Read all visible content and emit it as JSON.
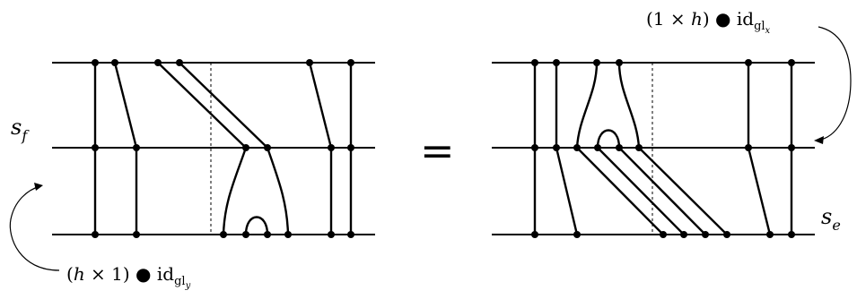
{
  "labels": {
    "s_f": {
      "main": "s",
      "sub": "f"
    },
    "s_e": {
      "main": "s",
      "sub": "e"
    },
    "equals": "=",
    "top_right": {
      "open": "(1 × ",
      "var": "h",
      "close": ") ● id",
      "sub": "gl",
      "subsub": "x"
    },
    "bottom_left": {
      "open": "(",
      "var": "h",
      "close": " × 1) ● id",
      "sub": "gl",
      "subsub": "y"
    }
  }
}
